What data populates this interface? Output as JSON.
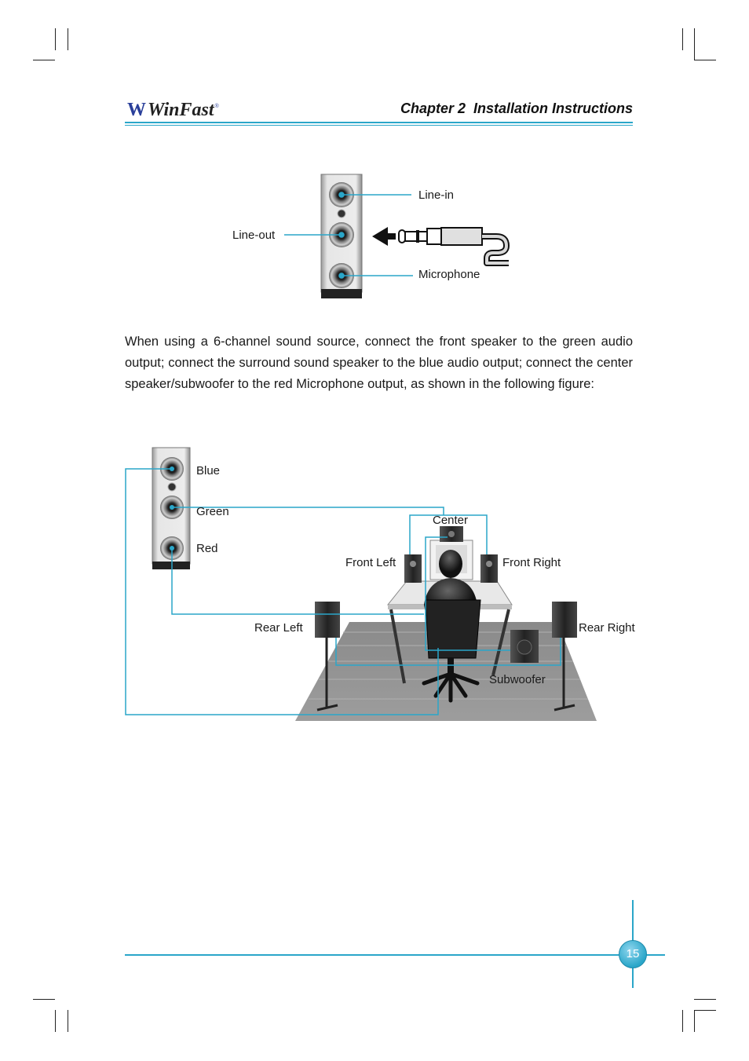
{
  "header": {
    "brand": "WinFast",
    "brand_mark": "W",
    "registered": "®",
    "chapter": "Chapter 2  Installation Instructions"
  },
  "figure1": {
    "line_in": "Line-in",
    "line_out": "Line-out",
    "microphone": "Microphone"
  },
  "paragraph": "When using a 6-channel sound source, connect the front speaker to the green audio output; connect the surround sound speaker to the blue audio output; connect the center speaker/subwoofer to the red Microphone output, as shown in the following figure:",
  "figure2": {
    "blue": "Blue",
    "green": "Green",
    "red": "Red",
    "center": "Center",
    "front_left": "Front Left",
    "front_right": "Front Right",
    "rear_left": "Rear Left",
    "rear_right": "Rear Right",
    "subwoofer": "Subwoofer"
  },
  "footer": {
    "page_number": "15"
  },
  "colors": {
    "accent": "#2aa6c9",
    "brand_blue": "#2a3f9a"
  }
}
